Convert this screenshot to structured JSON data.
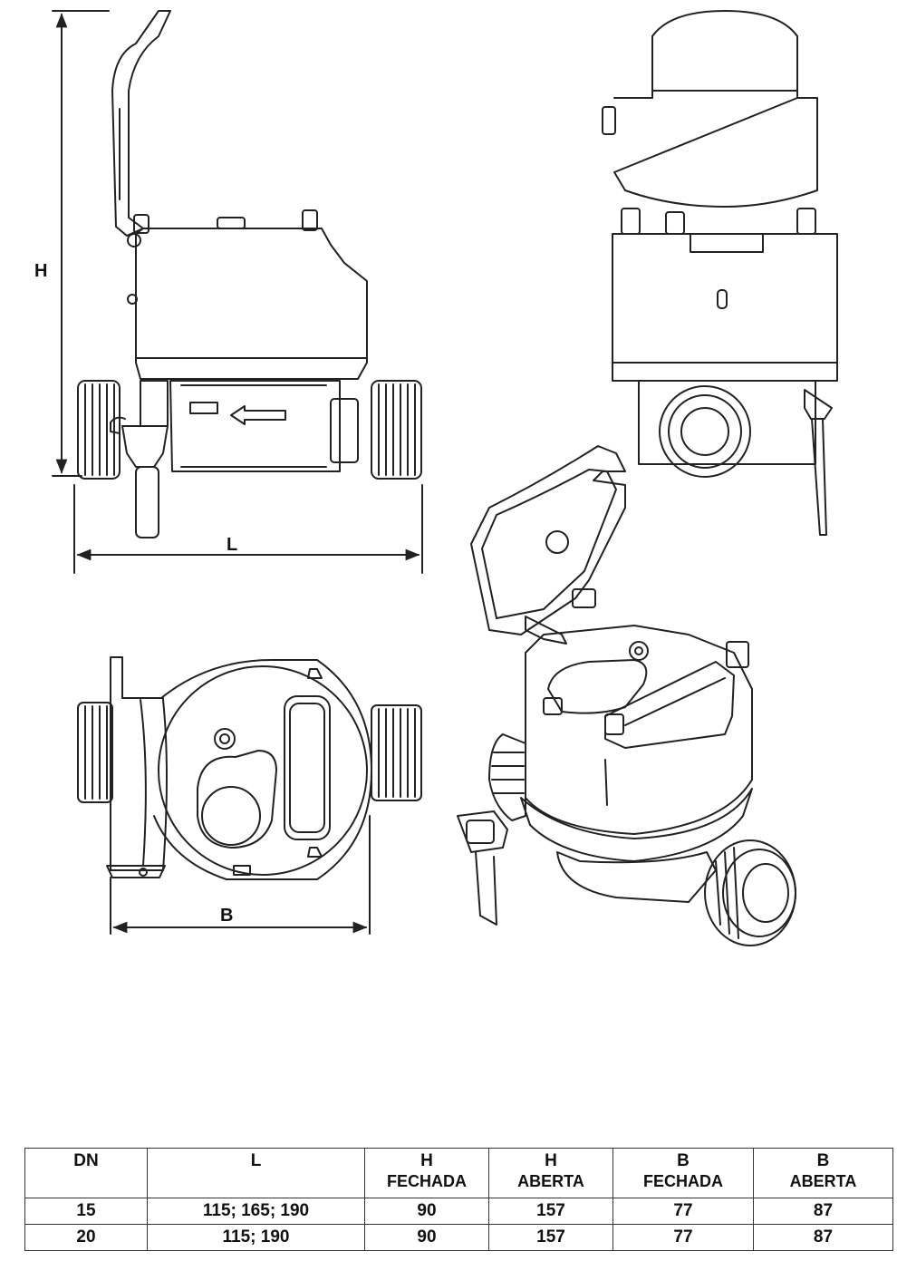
{
  "dimensions": {
    "height": "H",
    "length": "L",
    "width": "B"
  },
  "table": {
    "headers": [
      {
        "main": "DN",
        "sub": ""
      },
      {
        "main": "L",
        "sub": ""
      },
      {
        "main": "H",
        "sub": "FECHADA"
      },
      {
        "main": "H",
        "sub": "ABERTA"
      },
      {
        "main": "B",
        "sub": "FECHADA"
      },
      {
        "main": "B",
        "sub": "ABERTA"
      }
    ],
    "rows": [
      [
        "15",
        "115; 165; 190",
        "90",
        "157",
        "77",
        "87"
      ],
      [
        "20",
        "115; 190",
        "90",
        "157",
        "77",
        "87"
      ]
    ]
  }
}
